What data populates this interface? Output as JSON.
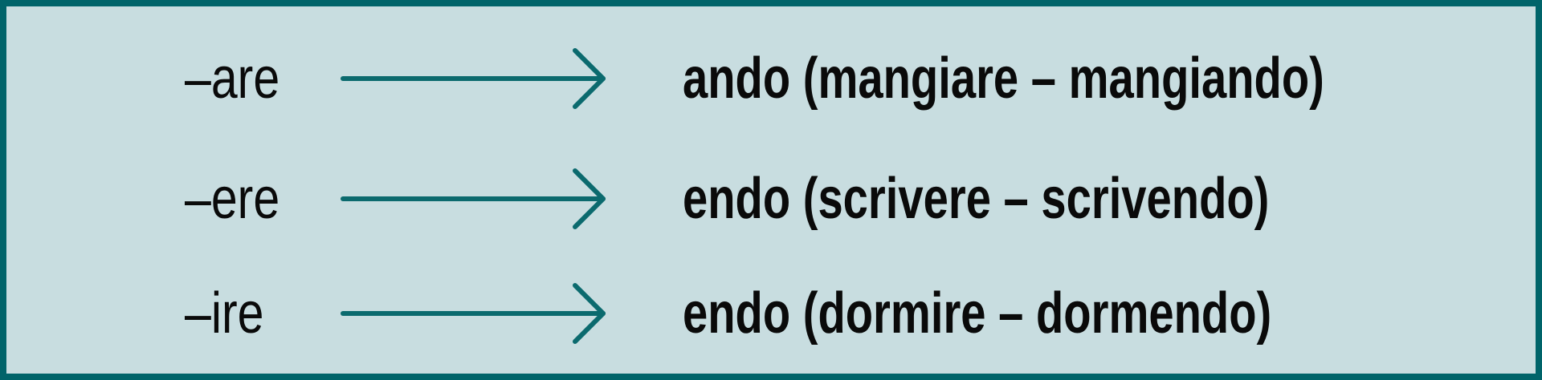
{
  "colors": {
    "background": "#c8dde0",
    "border": "#00646a",
    "arrow": "#0b6a6e",
    "text": "#0a0a0a"
  },
  "icons": {
    "arrow": "right-arrow-icon"
  },
  "rows": [
    {
      "ending": "–are",
      "result": "ando (mangiare – mangiando)"
    },
    {
      "ending": "–ere",
      "result": "endo (scrivere – scrivendo)"
    },
    {
      "ending": "–ire",
      "result": "endo (dormire – dormendo)"
    }
  ]
}
